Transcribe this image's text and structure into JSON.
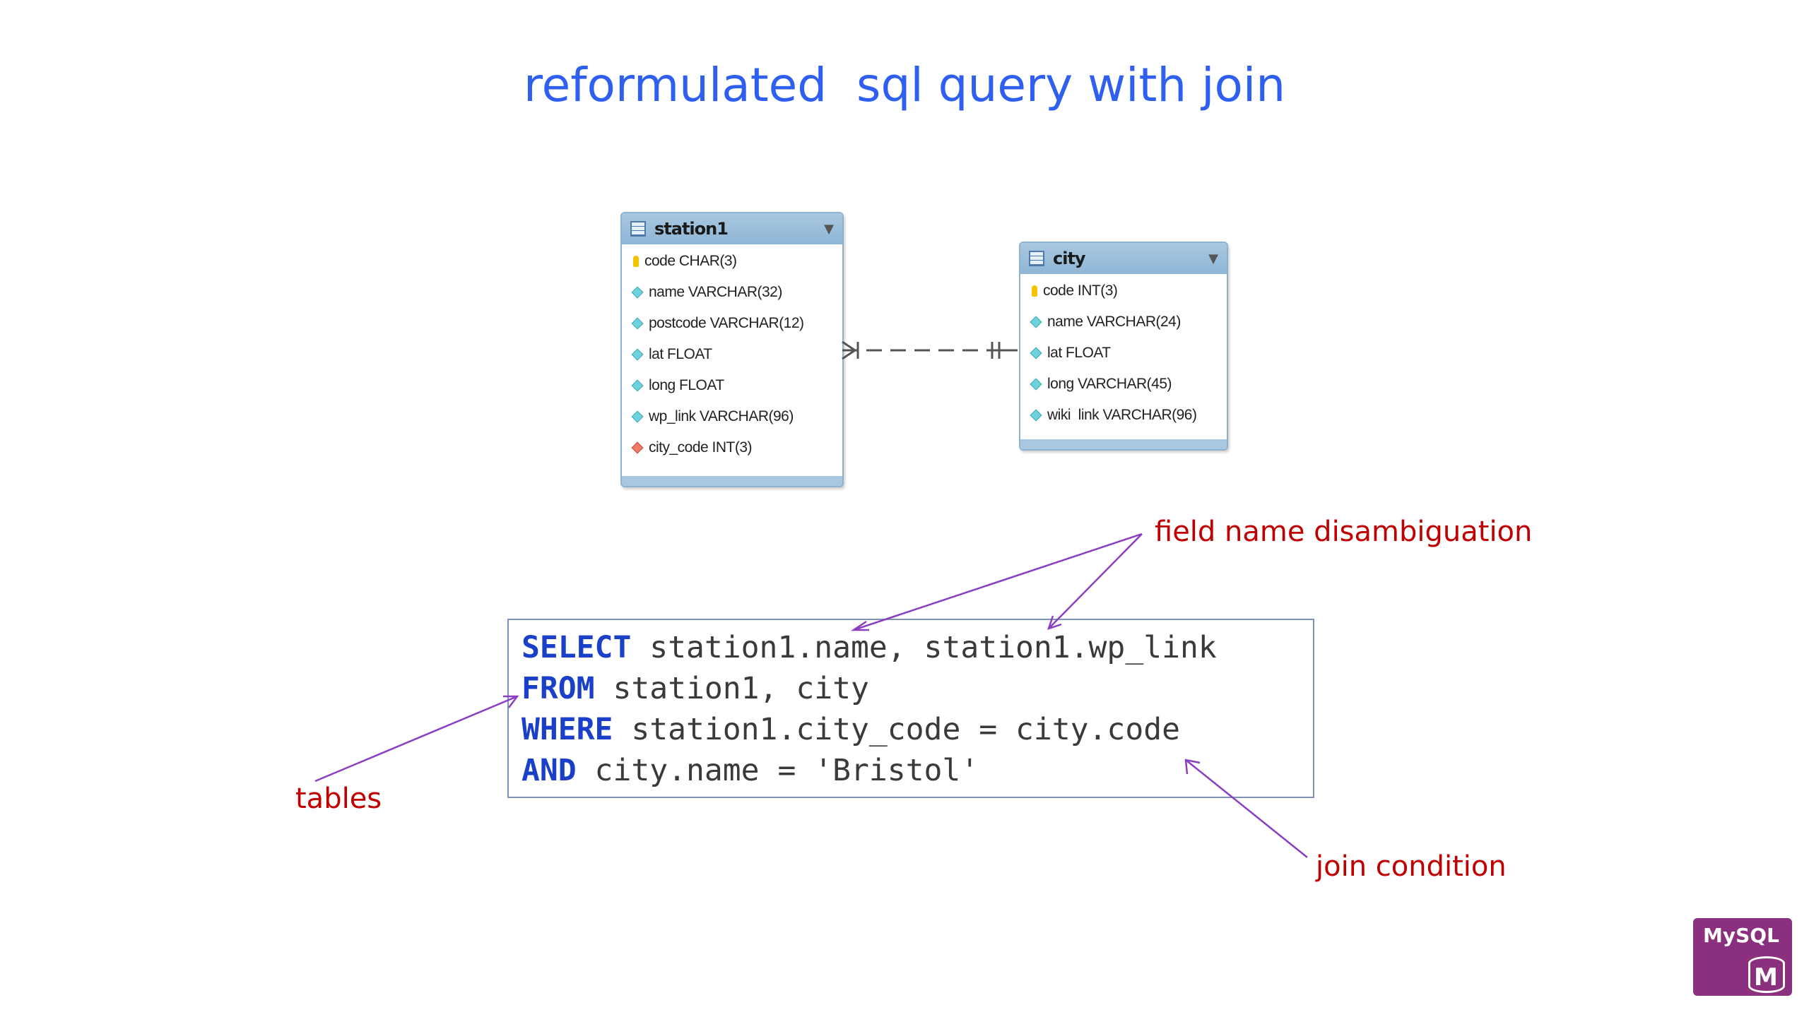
{
  "slide": {
    "title": "reformulated  sql query with join"
  },
  "er_diagram": {
    "tables": [
      {
        "name": "station1",
        "columns": [
          {
            "label": "code CHAR(3)",
            "kind": "primary-key"
          },
          {
            "label": "name VARCHAR(32)",
            "kind": "column"
          },
          {
            "label": "postcode VARCHAR(12)",
            "kind": "column"
          },
          {
            "label": "lat FLOAT",
            "kind": "column"
          },
          {
            "label": "long FLOAT",
            "kind": "column"
          },
          {
            "label": "wp_link VARCHAR(96)",
            "kind": "column"
          },
          {
            "label": "city_code INT(3)",
            "kind": "foreign-key"
          }
        ]
      },
      {
        "name": "city",
        "columns": [
          {
            "label": "code INT(3)",
            "kind": "primary-key"
          },
          {
            "label": "name VARCHAR(24)",
            "kind": "column"
          },
          {
            "label": "lat FLOAT",
            "kind": "column"
          },
          {
            "label": "long VARCHAR(45)",
            "kind": "column"
          },
          {
            "label": "wiki  link VARCHAR(96)",
            "kind": "column"
          }
        ]
      }
    ],
    "relationship": {
      "from": "station1",
      "to": "city",
      "from_cardinality": "many",
      "to_cardinality": "one"
    }
  },
  "sql": {
    "lines": [
      {
        "keyword": "SELECT",
        "rest": " station1.name, station1.wp_link"
      },
      {
        "keyword": "FROM",
        "rest": " station1, city"
      },
      {
        "keyword": "WHERE",
        "rest": " station1.city_code = city.code"
      },
      {
        "keyword": "AND",
        "rest": " city.name = 'Bristol'"
      }
    ]
  },
  "annotations": {
    "field_name": "field name disambiguation",
    "tables": "tables",
    "join_condition": "join condition"
  },
  "logo": {
    "text": "MySQL",
    "letter": "M",
    "color": "#8b2f7f"
  },
  "colors": {
    "title": "#2f5ff0",
    "keyword": "#1a3fc8",
    "annotation": "#c00000",
    "arrow": "#8a3fc0"
  }
}
